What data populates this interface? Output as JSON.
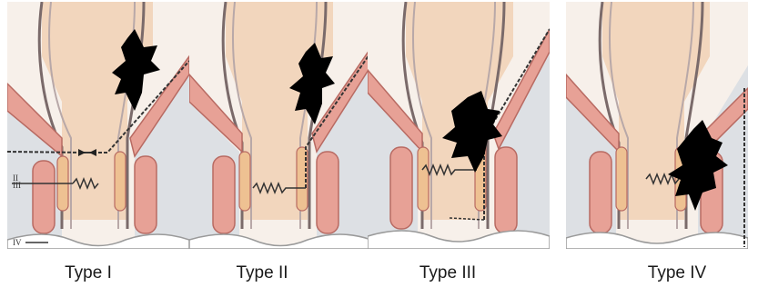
{
  "panels": [
    {
      "id": "type-1",
      "label": "Type I",
      "markers": [
        "II",
        "III",
        "IV"
      ]
    },
    {
      "id": "type-2",
      "label": "Type II",
      "markers": []
    },
    {
      "id": "type-3",
      "label": "Type III",
      "markers": []
    },
    {
      "id": "type-4",
      "label": "Type IV",
      "markers": []
    }
  ],
  "colors": {
    "lumen": "#f2d6bd",
    "wall_outline": "#7a6a6a",
    "muscle": "#e7a196",
    "muscle_stroke": "#b86a62",
    "sphincter_core": "#eec192",
    "fat": "#dde0e4",
    "tumor": "#000000",
    "dissection_line": "#333333"
  }
}
